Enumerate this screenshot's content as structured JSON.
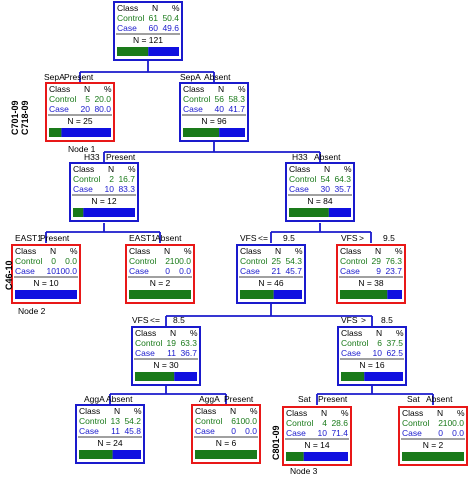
{
  "header": {
    "class": "Class",
    "n": "N",
    "pct": "%"
  },
  "classes": {
    "control": "Control",
    "case": "Case"
  },
  "colors": {
    "blue": "#1a1acc",
    "red": "#e81818",
    "green": "#1a7a1a",
    "bar_blue": "#1010e0"
  },
  "nodes": [
    {
      "id": "root",
      "border": "blue",
      "header": "Class  N     %",
      "ctrl_n": "61",
      "ctrl_p": "50.4",
      "case_n": "60",
      "case_p": "49.6",
      "total": "N = 121",
      "ctrl_frac": 0.504
    },
    {
      "id": "sepa-present",
      "border": "red",
      "header": "Class  N     %",
      "ctrl_n": "5",
      "ctrl_p": "20.0",
      "case_n": "20",
      "case_p": "80.0",
      "total": "N = 25",
      "ctrl_frac": 0.2
    },
    {
      "id": "sepa-absent",
      "border": "blue",
      "header": "Class  N     %",
      "ctrl_n": "56",
      "ctrl_p": "58.3",
      "case_n": "40",
      "case_p": "41.7",
      "total": "N = 96",
      "ctrl_frac": 0.583
    },
    {
      "id": "h33-present",
      "border": "blue",
      "header": "Class  N     %",
      "ctrl_n": "2",
      "ctrl_p": "16.7",
      "case_n": "10",
      "case_p": "83.3",
      "total": "N = 12",
      "ctrl_frac": 0.167
    },
    {
      "id": "h33-absent",
      "border": "blue",
      "header": "Class  N     %",
      "ctrl_n": "54",
      "ctrl_p": "64.3",
      "case_n": "30",
      "case_p": "35.7",
      "total": "N = 84",
      "ctrl_frac": 0.643
    },
    {
      "id": "east1-present",
      "border": "red",
      "header": "Class  N     %",
      "ctrl_n": "0",
      "ctrl_p": "0.0",
      "case_n": "10",
      "case_p": "100.0",
      "total": "N = 10",
      "ctrl_frac": 0.0
    },
    {
      "id": "east1-absent",
      "border": "red",
      "header": "Class  N     %",
      "ctrl_n": "2",
      "ctrl_p": "100.0",
      "case_n": "0",
      "case_p": "0.0",
      "total": "N = 2",
      "ctrl_frac": 1.0
    },
    {
      "id": "vfs-le-9-5",
      "border": "blue",
      "header": "Class  N     %",
      "ctrl_n": "25",
      "ctrl_p": "54.3",
      "case_n": "21",
      "case_p": "45.7",
      "total": "N = 46",
      "ctrl_frac": 0.543
    },
    {
      "id": "vfs-gt-9-5",
      "border": "red",
      "header": "Class  N     %",
      "ctrl_n": "29",
      "ctrl_p": "76.3",
      "case_n": "9",
      "case_p": "23.7",
      "total": "N = 38",
      "ctrl_frac": 0.763
    },
    {
      "id": "vfs-le-8-5",
      "border": "blue",
      "header": "Class  N     %",
      "ctrl_n": "19",
      "ctrl_p": "63.3",
      "case_n": "11",
      "case_p": "36.7",
      "total": "N = 30",
      "ctrl_frac": 0.633
    },
    {
      "id": "vfs-gt-8-5",
      "border": "blue",
      "header": "Class  N     %",
      "ctrl_n": "6",
      "ctrl_p": "37.5",
      "case_n": "10",
      "case_p": "62.5",
      "total": "N = 16",
      "ctrl_frac": 0.375
    },
    {
      "id": "agga-absent",
      "border": "blue",
      "header": "Class  N     %",
      "ctrl_n": "13",
      "ctrl_p": "54.2",
      "case_n": "11",
      "case_p": "45.8",
      "total": "N = 24",
      "ctrl_frac": 0.542
    },
    {
      "id": "agga-present",
      "border": "red",
      "header": "Class  N     %",
      "ctrl_n": "6",
      "ctrl_p": "100.0",
      "case_n": "0",
      "case_p": "0.0",
      "total": "N = 6",
      "ctrl_frac": 1.0
    },
    {
      "id": "sat-present",
      "border": "red",
      "header": "Class  N     %",
      "ctrl_n": "4",
      "ctrl_p": "28.6",
      "case_n": "10",
      "case_p": "71.4",
      "total": "N = 14",
      "ctrl_frac": 0.286
    },
    {
      "id": "sat-absent",
      "border": "red",
      "header": "Class  N     %",
      "ctrl_n": "2",
      "ctrl_p": "100.0",
      "case_n": "0",
      "case_p": "0.0",
      "total": "N = 2",
      "ctrl_frac": 1.0
    }
  ],
  "edges": [
    {
      "var": "SepA",
      "left": "Present",
      "right": "Absent"
    },
    {
      "var": "H33",
      "left": "Present",
      "right": "Absent"
    },
    {
      "var": "EAST1",
      "left": "Present",
      "right": "Absent"
    },
    {
      "var": "VFS",
      "left": "<=",
      "right": ">",
      "value": "9.5"
    },
    {
      "var": "VFS",
      "left": "<=",
      "right": ">",
      "value": "8.5"
    },
    {
      "var": "AggA",
      "left": "Absent",
      "right": "Present"
    },
    {
      "var": "Sat",
      "left": "Present",
      "right": "Absent"
    }
  ],
  "annotations": {
    "node1": "Node 1",
    "node2": "Node 2",
    "node3": "Node 3",
    "side1": "C701-09",
    "side1b": "C718-09",
    "side2": "C46-10",
    "side3": "C801-09"
  }
}
